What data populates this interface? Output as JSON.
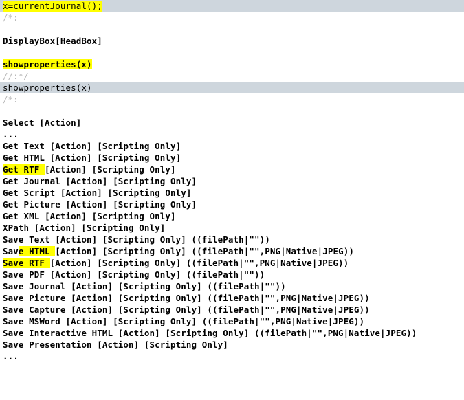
{
  "colors": {
    "background": "#ffffff",
    "selection_band": "#ced6dd",
    "find_highlight": "#ffff00",
    "comment_marker": "#b9b9b9",
    "text": "#000000",
    "cell_rule": "#e6e2c8"
  },
  "document": {
    "lines": [
      {
        "id": "l1",
        "band": true,
        "segments": [
          {
            "text": "x=currentJournal();",
            "style": "code",
            "highlight": true,
            "bleed": true
          }
        ]
      },
      {
        "id": "l2",
        "band": false,
        "segments": [
          {
            "text": "/*:",
            "style": "marker",
            "highlight": false
          }
        ]
      },
      {
        "id": "l3",
        "band": false,
        "segments": [
          {
            "text": "",
            "style": "code",
            "highlight": false
          }
        ]
      },
      {
        "id": "l4",
        "band": false,
        "segments": [
          {
            "text": "DisplayBox[HeadBox]",
            "style": "code-bold",
            "highlight": false
          }
        ]
      },
      {
        "id": "l5",
        "band": false,
        "segments": [
          {
            "text": "",
            "style": "code",
            "highlight": false
          }
        ]
      },
      {
        "id": "l6",
        "band": false,
        "segments": [
          {
            "text": "showproperties(x)",
            "style": "code-bold",
            "highlight": true
          }
        ]
      },
      {
        "id": "l7",
        "band": false,
        "segments": [
          {
            "text": "//:*/",
            "style": "marker",
            "highlight": false
          }
        ]
      },
      {
        "id": "l8",
        "band": true,
        "segments": [
          {
            "text": "showproperties(x)",
            "style": "code",
            "highlight": false
          }
        ]
      },
      {
        "id": "l9",
        "band": false,
        "segments": [
          {
            "text": "/*:",
            "style": "marker",
            "highlight": false
          }
        ]
      },
      {
        "id": "l10",
        "band": false,
        "segments": [
          {
            "text": "",
            "style": "code",
            "highlight": false
          }
        ]
      },
      {
        "id": "l11",
        "band": false,
        "segments": [
          {
            "text": "Select [Action]",
            "style": "code-bold",
            "highlight": false
          }
        ]
      },
      {
        "id": "l12",
        "band": false,
        "segments": [
          {
            "text": "...",
            "style": "code-bold",
            "highlight": false
          }
        ]
      },
      {
        "id": "l13",
        "band": false,
        "segments": [
          {
            "text": "Get Text [Action] [Scripting Only]",
            "style": "code-bold",
            "highlight": false
          }
        ]
      },
      {
        "id": "l14",
        "band": false,
        "segments": [
          {
            "text": "Get HTML [Action] [Scripting Only]",
            "style": "code-bold",
            "highlight": false
          }
        ]
      },
      {
        "id": "l15",
        "band": false,
        "segments": [
          {
            "text": "Get RTF ",
            "style": "code-bold",
            "highlight": true
          },
          {
            "text": "[Action] [Scripting Only]",
            "style": "code-bold",
            "highlight": false
          }
        ]
      },
      {
        "id": "l16",
        "band": false,
        "segments": [
          {
            "text": "Get Journal [Action] [Scripting Only]",
            "style": "code-bold",
            "highlight": false
          }
        ]
      },
      {
        "id": "l17",
        "band": false,
        "segments": [
          {
            "text": "Get Script [Action] [Scripting Only]",
            "style": "code-bold",
            "highlight": false
          }
        ]
      },
      {
        "id": "l18",
        "band": false,
        "segments": [
          {
            "text": "Get Picture [Action] [Scripting Only]",
            "style": "code-bold",
            "highlight": false
          }
        ]
      },
      {
        "id": "l19",
        "band": false,
        "segments": [
          {
            "text": "Get XML [Action] [Scripting Only]",
            "style": "code-bold",
            "highlight": false
          }
        ]
      },
      {
        "id": "l20",
        "band": false,
        "segments": [
          {
            "text": "XPath [Action] [Scripting Only]",
            "style": "code-bold",
            "highlight": false
          }
        ]
      },
      {
        "id": "l21",
        "band": false,
        "segments": [
          {
            "text": "Save Text [Action] [Scripting Only] ((filePath|\"\"))",
            "style": "code-bold",
            "highlight": false
          }
        ]
      },
      {
        "id": "l22",
        "band": false,
        "segments": [
          {
            "text": "Sav",
            "style": "code-bold",
            "highlight": false
          },
          {
            "text": "e HTML ",
            "style": "code-bold",
            "highlight": true
          },
          {
            "text": "[Action] [Scripting Only] ((filePath|\"\",PNG|Native|JPEG))",
            "style": "code-bold",
            "highlight": false
          }
        ]
      },
      {
        "id": "l23",
        "band": false,
        "segments": [
          {
            "text": "Save RTF ",
            "style": "code-bold",
            "highlight": true
          },
          {
            "text": "[Action] [Scripting Only] ((filePath|\"\",PNG|Native|JPEG))",
            "style": "code-bold",
            "highlight": false
          }
        ]
      },
      {
        "id": "l24",
        "band": false,
        "segments": [
          {
            "text": "Save PDF [Action] [Scripting Only] ((filePath|\"\"))",
            "style": "code-bold",
            "highlight": false
          }
        ]
      },
      {
        "id": "l25",
        "band": false,
        "segments": [
          {
            "text": "Save Journal [Action] [Scripting Only] ((filePath|\"\"))",
            "style": "code-bold",
            "highlight": false
          }
        ]
      },
      {
        "id": "l26",
        "band": false,
        "segments": [
          {
            "text": "Save Picture [Action] [Scripting Only] ((filePath|\"\",PNG|Native|JPEG))",
            "style": "code-bold",
            "highlight": false
          }
        ]
      },
      {
        "id": "l27",
        "band": false,
        "segments": [
          {
            "text": "Save Capture [Action] [Scripting Only] ((filePath|\"\",PNG|Native|JPEG))",
            "style": "code-bold",
            "highlight": false
          }
        ]
      },
      {
        "id": "l28",
        "band": false,
        "segments": [
          {
            "text": "Save MSWord [Action] [Scripting Only] ((filePath|\"\",PNG|Native|JPEG))",
            "style": "code-bold",
            "highlight": false
          }
        ]
      },
      {
        "id": "l29",
        "band": false,
        "segments": [
          {
            "text": "Save Interactive HTML [Action] [Scripting Only] ((filePath|\"\",PNG|Native|JPEG))",
            "style": "code-bold",
            "highlight": false
          }
        ]
      },
      {
        "id": "l30",
        "band": false,
        "segments": [
          {
            "text": "Save Presentation [Action] [Scripting Only]",
            "style": "code-bold",
            "highlight": false
          }
        ]
      },
      {
        "id": "l31",
        "band": false,
        "segments": [
          {
            "text": "...",
            "style": "code-bold",
            "highlight": false
          }
        ]
      }
    ]
  }
}
